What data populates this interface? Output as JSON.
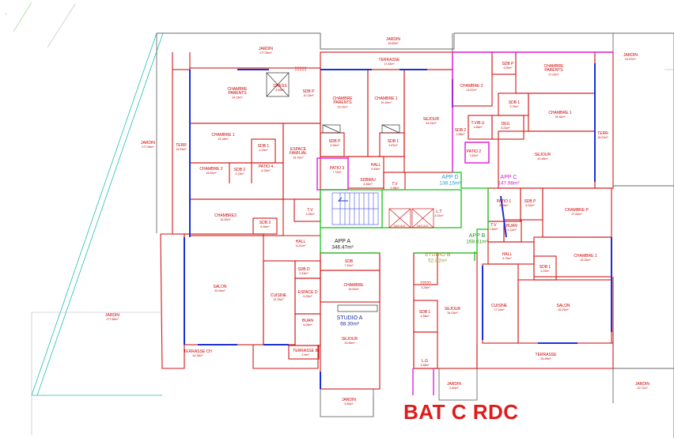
{
  "title": "BAT C RDC",
  "corner_mark": ".",
  "colors": {
    "wall": "#d01a1a",
    "facade": "#1c2fd6",
    "magenta": "#e020e0",
    "green": "#17c21a",
    "site": "#20c0b0",
    "grey": "#8a8a8a",
    "label": "#cc0000",
    "title": "#e01b1b"
  },
  "rooms": [
    {
      "id": "jardin-top-left",
      "name": "JARDIN",
      "area": "277.56m²"
    },
    {
      "id": "jardin-top-center",
      "name": "JARDIN",
      "area": "18.60m²"
    },
    {
      "id": "jardin-top-right",
      "name": "JARDIN",
      "area": "61.67m²"
    },
    {
      "id": "jardin-left",
      "name": "JARDIN",
      "area": "277.56m²"
    },
    {
      "id": "jardin-bottom-left",
      "name": "JARDIN",
      "area": "277.56m²"
    },
    {
      "id": "terrasse-top",
      "name": "TERRASSE",
      "area": "17.83m²"
    },
    {
      "id": "chambre-parents-left",
      "name": "CHAMBRE PARENTS",
      "area": "34.15m²"
    },
    {
      "id": "dressing",
      "name": "DRESS",
      "area": "8.65m²"
    },
    {
      "id": "sdb-p-left",
      "name": "SDB P",
      "area": "10.13m²"
    },
    {
      "id": "chambre-parents-center",
      "name": "CHAMBRE PARENTS",
      "area": "23.23m²"
    },
    {
      "id": "chambre-1-center",
      "name": "CHAMBRE 1",
      "area": "19.19m²"
    },
    {
      "id": "sejour-app-d",
      "name": "SEJOUR",
      "area": "44.31m²"
    },
    {
      "id": "terr-left",
      "name": "TERR",
      "area": "14.93m²"
    },
    {
      "id": "chambre-1-left",
      "name": "CHAMBRE 1",
      "area": "15.18m²"
    },
    {
      "id": "sdb-1-left",
      "name": "SDB 1",
      "area": "4.23m²"
    },
    {
      "id": "espace-familial",
      "name": "ESPACE FAMILIAL",
      "area": "26.76m²"
    },
    {
      "id": "sdb-p-center",
      "name": "SDB P",
      "area": "4.94m²"
    },
    {
      "id": "sdb-1-center",
      "name": "SDB 1",
      "area": "3.67m²"
    },
    {
      "id": "chambre-2-left",
      "name": "CHAMBRE 2",
      "area": "16.52m²"
    },
    {
      "id": "sdb-2-left",
      "name": "SDB 2",
      "area": "3.13m²"
    },
    {
      "id": "patio-4",
      "name": "PATIO 4",
      "area": "6.25m²"
    },
    {
      "id": "patio-3",
      "name": "PATIO 3",
      "area": "7.72m²"
    },
    {
      "id": "hall-center",
      "name": "HALL",
      "area": "9.49m²"
    },
    {
      "id": "sdbm-u",
      "name": "SDBM/U",
      "area": "4.46m²"
    },
    {
      "id": "tv-center",
      "name": "T.V",
      "area": "2.98m²"
    },
    {
      "id": "chambre-3",
      "name": "CHAMBRE3",
      "area": "16.92m²"
    },
    {
      "id": "tv-left",
      "name": "T.V",
      "area": "3.25m²"
    },
    {
      "id": "sdb-3",
      "name": "SDB 3",
      "area": "6.46m²"
    },
    {
      "id": "hall-left",
      "name": "HALL",
      "area": "11.61m²"
    },
    {
      "id": "salon-left",
      "name": "SALON",
      "area": "52.90m²"
    },
    {
      "id": "cuisine-left",
      "name": "CUISINE",
      "area": "22.25m²"
    },
    {
      "id": "terrasse-ch",
      "name": "TERRASSE CH",
      "area": "44.35m²"
    },
    {
      "id": "terrasse-b",
      "name": "TERRASSE B",
      "area": "3.9m²"
    },
    {
      "id": "sdb-d",
      "name": "SDB D",
      "area": "2.43m²"
    },
    {
      "id": "espace-d",
      "name": "ESPACE D",
      "area": "6.25m²"
    },
    {
      "id": "buan-left",
      "name": "BUAN",
      "area": "6.06m²"
    },
    {
      "id": "sdb-studio-a",
      "name": "SDB",
      "area": "7.30m²"
    },
    {
      "id": "chambre-studio-a",
      "name": "CHAMBRE",
      "area": "15.92m²"
    },
    {
      "id": "sejour-studio-a",
      "name": "SEJOUR",
      "area": "33.55m²"
    },
    {
      "id": "jardin-bottom-center",
      "name": "JARDIN",
      "area": "9.50m²"
    },
    {
      "id": "unknown-room",
      "name": "?????",
      "area": "3.25m²"
    },
    {
      "id": "sejour-studio-b",
      "name": "SEJOUR",
      "area": "34.03m²"
    },
    {
      "id": "sdb-1-studio-b",
      "name": "SDB 1",
      "area": "4.38m²"
    },
    {
      "id": "lg",
      "name": "L.G",
      "area": "4.38m²"
    },
    {
      "id": "jardin-bottom-mid",
      "name": "JARDIN",
      "area": "9.60m²"
    },
    {
      "id": "chambre-2-right",
      "name": "CHAMBRE 2",
      "area": "14.87m²"
    },
    {
      "id": "sdb-p-right-top",
      "name": "SDB P",
      "area": "4.90m²"
    },
    {
      "id": "chambre-parents-right",
      "name": "CHAMBRE PARENTS",
      "area": "27.03m²"
    },
    {
      "id": "sdb-1-right-top",
      "name": "SDB 1",
      "area": "3.75m²"
    },
    {
      "id": "sdb-2-right",
      "name": "SDB 2",
      "area": "2.98m²"
    },
    {
      "id": "tv-right-top",
      "name": "T.V/B.U",
      "area": "1.65m²"
    },
    {
      "id": "deg",
      "name": "DEG",
      "area": "6.23m²"
    },
    {
      "id": "chambre-1-right-top",
      "name": "CHAMBRE 1",
      "area": "18.36m²"
    },
    {
      "id": "terr-right",
      "name": "TERR",
      "area": "18.22m²"
    },
    {
      "id": "patio-2",
      "name": "PATIO 2",
      "area": "7.62m²"
    },
    {
      "id": "sejour-app-c",
      "name": "SEJOUR",
      "area": "42.48m²"
    },
    {
      "id": "lt",
      "name": "L.T",
      "area": "4.51m²"
    },
    {
      "id": "patio-1",
      "name": "PATIO 1",
      "area": "6.25m²"
    },
    {
      "id": "sdb-p-right",
      "name": "SDB P",
      "area": "5.33m²"
    },
    {
      "id": "chambre-p-right",
      "name": "CHAMBRE P",
      "area": "27.64m²"
    },
    {
      "id": "tv-right",
      "name": "T.V",
      "area": "1.50m²"
    },
    {
      "id": "buan-right",
      "name": "BUAN",
      "area": "2.12m²"
    },
    {
      "id": "hall-right",
      "name": "HALL",
      "area": "5.75m²"
    },
    {
      "id": "chambre-1-right",
      "name": "CHAMBRE 1",
      "area": "18.33m²"
    },
    {
      "id": "sdb-1-right",
      "name": "SDB 1",
      "area": "3.29m²"
    },
    {
      "id": "cuisine-right",
      "name": "CUISINE",
      "area": "17.10m²"
    },
    {
      "id": "salon-right",
      "name": "SALON",
      "area": "46.20m²"
    },
    {
      "id": "terrasse-right",
      "name": "TERRASSE",
      "area": "25.99m²"
    },
    {
      "id": "jardin-bottom-right",
      "name": "JARDIN",
      "area": "10.71m²"
    }
  ],
  "apartments": [
    {
      "id": "app-d",
      "name": "APP D",
      "area": "138.15m²",
      "color": "#1c9ad6"
    },
    {
      "id": "app-c",
      "name": "APP C",
      "area": "147.98m²",
      "color": "#cc22cc"
    },
    {
      "id": "app-a",
      "name": "APP A",
      "area": "346.47m²",
      "color": "#1a1a1a"
    },
    {
      "id": "app-b",
      "name": "APP B",
      "area": "168.61m²",
      "color": "#2a9a1a"
    },
    {
      "id": "studio-a",
      "name": "STUDIO A",
      "area": "68.30m²",
      "color": "#1a2aa0"
    },
    {
      "id": "studio-b",
      "name": "STUDIO B",
      "area": "52.82m²",
      "color": "#9a9a40"
    }
  ],
  "duct_label": "GAZ.OLE"
}
